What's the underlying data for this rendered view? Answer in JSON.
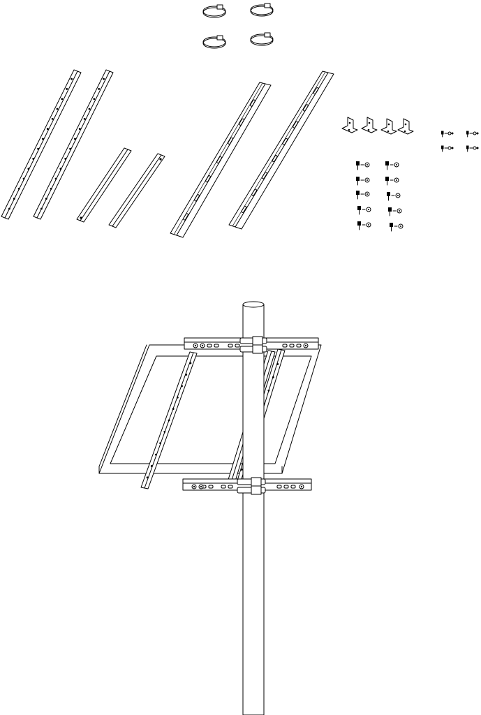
{
  "diagram": {
    "kind": "exploded-parts-and-assembly-line-drawing",
    "parts": {
      "hose_clamps": 4,
      "perforated_long_rails": 2,
      "short_angle_bars": 2,
      "slotted_channel_rails": 2,
      "l_brackets": 4,
      "bolt_nut_sets": 10,
      "small_screw_sets": 4
    },
    "assembly": {
      "pole_clamp_brackets": 2,
      "pole_clamps": 4,
      "panel_frame_count": 1
    },
    "colors": {
      "line": "#000000",
      "fill": "#ffffff"
    }
  }
}
